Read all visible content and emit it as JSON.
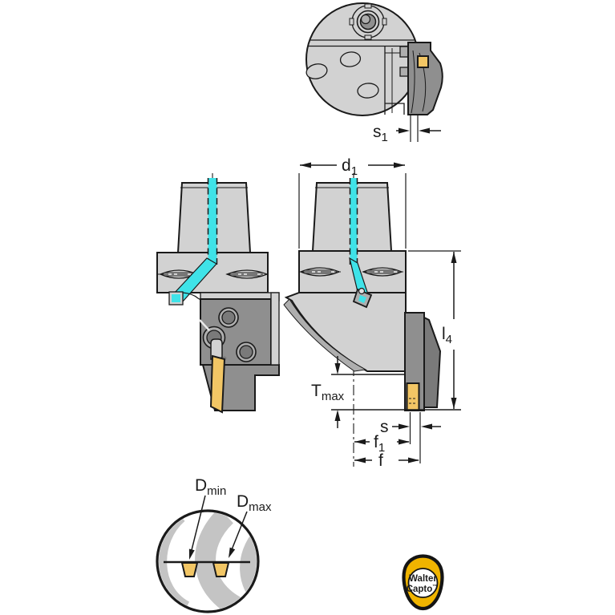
{
  "colors": {
    "line": "#1a1a1a",
    "body_light": "#d2d2d2",
    "body_mid": "#aeaeae",
    "body_dark": "#8f8f8f",
    "body_darker": "#7a7a7a",
    "insert_yellow": "#f2c665",
    "coolant_cyan": "#3fe3e8",
    "logo_yellow": "#f0b400",
    "detail_gray": "#c4c4c4",
    "bg": "#ffffff"
  },
  "labels": {
    "s1": {
      "main": "s",
      "sub": "1"
    },
    "d1": {
      "main": "d",
      "sub": "1"
    },
    "l4": {
      "main": "l",
      "sub": "4"
    },
    "tmax": {
      "main": "T",
      "sub": "max"
    },
    "s": {
      "main": "s",
      "sub": ""
    },
    "f1": {
      "main": "f",
      "sub": "1"
    },
    "f": {
      "main": "f",
      "sub": ""
    },
    "dmin": {
      "main": "D",
      "sub": "min"
    },
    "dmax": {
      "main": "D",
      "sub": "max"
    }
  },
  "logo": {
    "line1": "Walter",
    "line2": "Capto",
    "trademark": "™"
  }
}
